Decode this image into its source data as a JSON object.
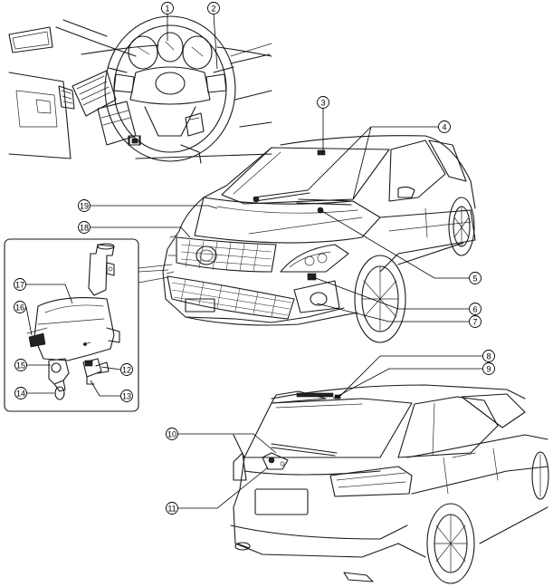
{
  "callouts": [
    {
      "id": "1",
      "label": "①"
    },
    {
      "id": "2",
      "label": "②"
    },
    {
      "id": "3",
      "label": "③"
    },
    {
      "id": "4",
      "label": "④"
    },
    {
      "id": "5",
      "label": "⑤"
    },
    {
      "id": "6",
      "label": "⑥"
    },
    {
      "id": "7",
      "label": "⑦"
    },
    {
      "id": "8",
      "label": "⑧"
    },
    {
      "id": "9",
      "label": "⑨"
    },
    {
      "id": "10",
      "label": "⑩"
    },
    {
      "id": "11",
      "label": "⑪"
    },
    {
      "id": "12",
      "label": "⑫"
    },
    {
      "id": "13",
      "label": "⑬"
    },
    {
      "id": "14",
      "label": "⑭"
    },
    {
      "id": "15",
      "label": "⑮"
    },
    {
      "id": "16",
      "label": "⑯"
    },
    {
      "id": "17",
      "label": "⑰"
    },
    {
      "id": "18",
      "label": "⑱"
    },
    {
      "id": "19",
      "label": "⑲"
    }
  ]
}
